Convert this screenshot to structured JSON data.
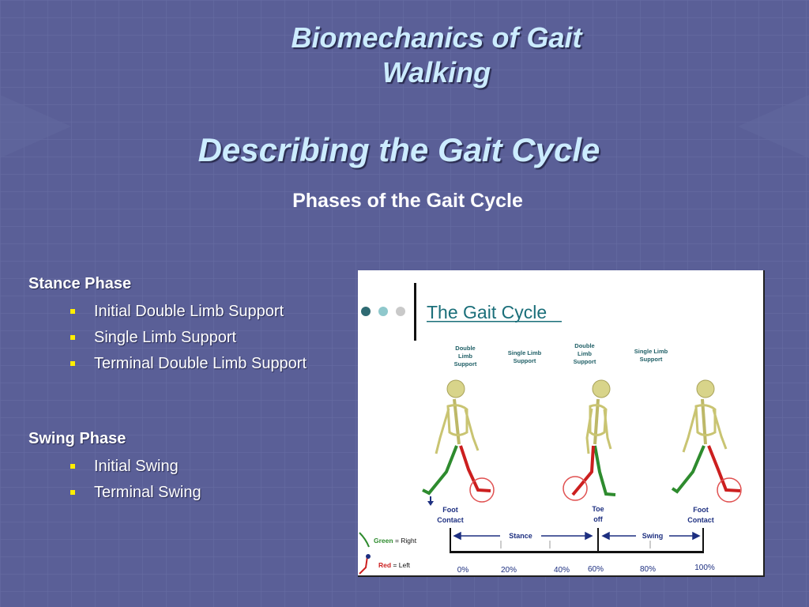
{
  "slide": {
    "title_line1": "Biomechanics of Gait",
    "title_line2": "Walking",
    "title2": "Describing the Gait Cycle",
    "subtitle": "Phases of the Gait Cycle"
  },
  "stance": {
    "heading": "Stance Phase",
    "items": [
      "Initial Double Limb Support",
      "Single Limb Support",
      "Terminal Double Limb Support"
    ]
  },
  "swing": {
    "heading": "Swing Phase",
    "items": [
      "Initial Swing",
      "Terminal Swing"
    ]
  },
  "figure": {
    "title": "The Gait Cycle",
    "phase_label_1a": "Double",
    "phase_label_1b": "Limb",
    "phase_label_1c": "Support",
    "phase_label_2a": "Single Limb",
    "phase_label_2b": "Support",
    "phase_label_3a": "Double",
    "phase_label_3b": "Limb",
    "phase_label_3c": "Support",
    "phase_label_4a": "Single Limb",
    "phase_label_4b": "Support",
    "event_foot_contact_a": "Foot",
    "event_foot_contact_b": "Contact",
    "event_toe_off_a": "Toe",
    "event_toe_off_b": "off",
    "event_foot_contact2_a": "Foot",
    "event_foot_contact2_b": "Contact",
    "stance_label": "Stance",
    "swing_label": "Swing",
    "legend_green_word": "Green",
    "legend_green_rest": " = Right",
    "legend_red_word": "Red",
    "legend_red_rest": " = Left",
    "ticks": [
      "0%",
      "20%",
      "40%",
      "60%",
      "80%",
      "100%"
    ],
    "colors": {
      "right_leg": "#2e8b2e",
      "left_leg": "#cc1f1f",
      "bone": "#d8d48a",
      "accent": "#1b6f7a"
    }
  }
}
